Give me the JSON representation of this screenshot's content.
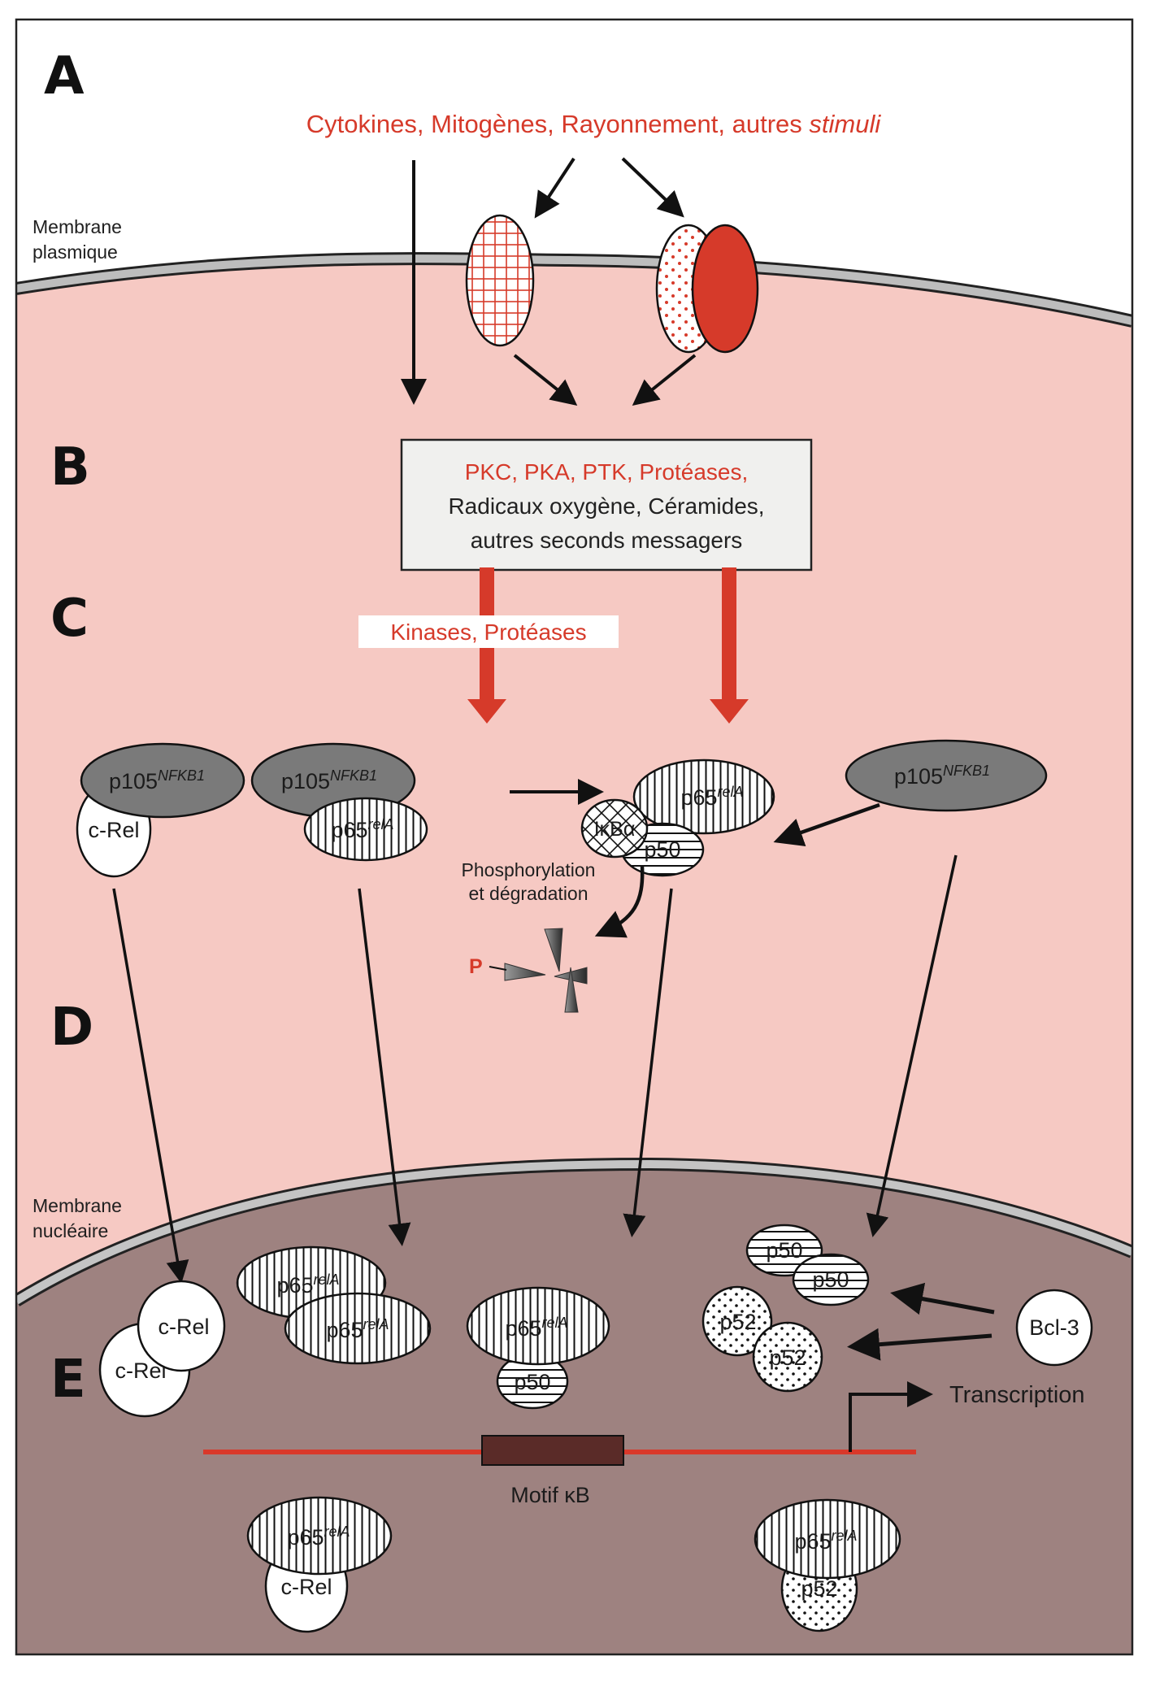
{
  "colors": {
    "accent_red": "#d63a2a",
    "cytoplasm": "#f6c9c3",
    "nucleus": "#9e8280",
    "membrane": "#bdbdbd",
    "p105_fill": "#7a7a7a",
    "motif_box": "#5a2b28",
    "dna_line": "#d9382a"
  },
  "section_letters": [
    "A",
    "B",
    "C",
    "D",
    "E"
  ],
  "stimuli": {
    "text_regular": "Cytokines, Mitogènes, Rayonnement, autres ",
    "text_italic": "stimuli"
  },
  "membranes": {
    "plasma": {
      "line1": "Membrane",
      "line2": "plasmique"
    },
    "nuclear": {
      "line1": "Membrane",
      "line2": "nucléaire"
    }
  },
  "messenger_box": {
    "line1_red": "PKC, PKA, PTK, Protéases,",
    "line2": "Radicaux oxygène, Céramides,",
    "line3": "autres seconds messagers"
  },
  "kinases_label": "Kinases, Protéases",
  "proteins": {
    "p105": {
      "name": "p105",
      "gene": "NFKB1"
    },
    "p65": {
      "name": "p65",
      "gene": "relA"
    },
    "crel": "c-Rel",
    "p50": "p50",
    "p52": "p52",
    "ikba": "IκBα",
    "bcl3": "Bcl-3"
  },
  "phospho_label": {
    "line1": "Phosphorylation",
    "line2": "et dégradation"
  },
  "phosphate_label": "P",
  "motif_label": "Motif κB",
  "transcription_label": "Transcription"
}
